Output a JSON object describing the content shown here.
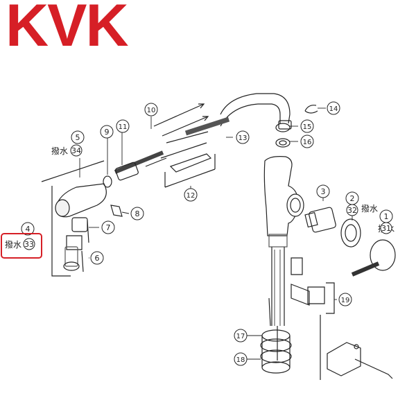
{
  "brand": {
    "logo": "KVK",
    "logo_color": "#d61f26"
  },
  "colors": {
    "line": "#222222",
    "highlight": "#d61f26"
  },
  "labels": {
    "l1": "撥水",
    "n31": "31",
    "l2": "撥水",
    "n32": "32",
    "l5": "撥水",
    "n34": "34",
    "l4": "撥水",
    "n33": "33"
  },
  "parts": [
    {
      "n": "1"
    },
    {
      "n": "2"
    },
    {
      "n": "3"
    },
    {
      "n": "4"
    },
    {
      "n": "5"
    },
    {
      "n": "6"
    },
    {
      "n": "7"
    },
    {
      "n": "8"
    },
    {
      "n": "9"
    },
    {
      "n": "10"
    },
    {
      "n": "11"
    },
    {
      "n": "12"
    },
    {
      "n": "13"
    },
    {
      "n": "14"
    },
    {
      "n": "15"
    },
    {
      "n": "16"
    },
    {
      "n": "17"
    },
    {
      "n": "18"
    },
    {
      "n": "19"
    }
  ]
}
